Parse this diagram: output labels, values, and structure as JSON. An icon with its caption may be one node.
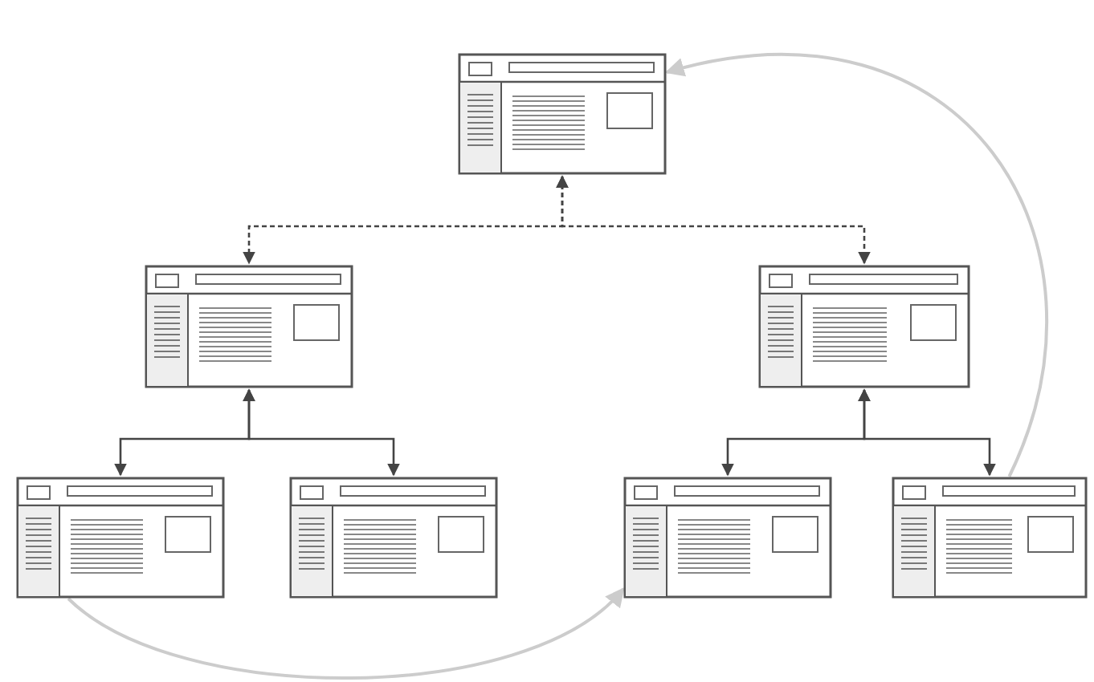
{
  "diagram": {
    "nodes": [
      {
        "text": [],
        "shape": "picture"
      },
      {
        "text": [],
        "shape": "picture"
      },
      {
        "text": [],
        "shape": "picture"
      },
      {
        "text": [],
        "shape": "picture"
      },
      {
        "text": [],
        "shape": "picture"
      },
      {
        "text": [],
        "shape": "picture"
      },
      {
        "text": [],
        "shape": "picture"
      }
    ],
    "edges": [
      {
        "from": 0,
        "to": 1,
        "arrow": "both",
        "style": "dashed"
      },
      {
        "from": 0,
        "to": 2,
        "arrow": "both",
        "style": "dashed"
      },
      {
        "from": 1,
        "to": 3,
        "arrow": "both"
      },
      {
        "from": 1,
        "to": 4,
        "arrow": "both"
      },
      {
        "from": 2,
        "to": 5,
        "arrow": "both"
      },
      {
        "from": 2,
        "to": 6,
        "arrow": "both"
      },
      {
        "from": 6,
        "to": 0,
        "arrow": "to",
        "color": "#cccccc"
      },
      {
        "from": 3,
        "to": 5,
        "arrow": "to",
        "color": "#cccccc"
      }
    ]
  }
}
